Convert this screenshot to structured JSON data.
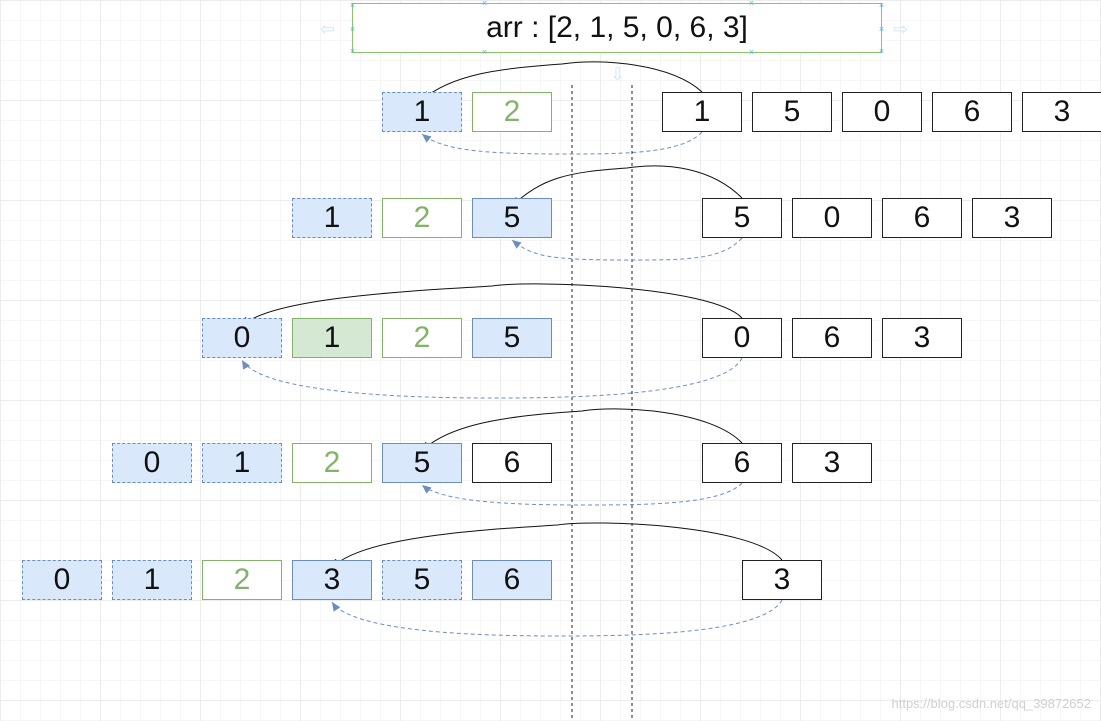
{
  "title": "arr : [2, 1, 5, 0, 6, 3]",
  "watermark": "https://blog.csdn.net/qq_39872652",
  "colors": {
    "blue_fill": "#dae8fc",
    "blue_border": "#6c8ebf",
    "green": "#82b366",
    "green_fill": "#d5e8d4",
    "black": "#222222"
  },
  "icons": [
    "left-arrow-icon",
    "right-arrow-icon",
    "down-arrow-icon"
  ],
  "rows": [
    {
      "sorted": [
        {
          "value": "1",
          "style": "dashed"
        },
        {
          "value": "2",
          "style": "green"
        }
      ],
      "unsorted": [
        "1",
        "5",
        "0",
        "6",
        "3"
      ]
    },
    {
      "sorted": [
        {
          "value": "1",
          "style": "dashed"
        },
        {
          "value": "2",
          "style": "green"
        },
        {
          "value": "5",
          "style": "blue"
        }
      ],
      "unsorted": [
        "5",
        "0",
        "6",
        "3"
      ]
    },
    {
      "sorted": [
        {
          "value": "0",
          "style": "dashed"
        },
        {
          "value": "1",
          "style": "greenfill"
        },
        {
          "value": "2",
          "style": "green"
        },
        {
          "value": "5",
          "style": "blue"
        }
      ],
      "unsorted": [
        "0",
        "6",
        "3"
      ]
    },
    {
      "sorted": [
        {
          "value": "0",
          "style": "dashed"
        },
        {
          "value": "1",
          "style": "dashed"
        },
        {
          "value": "2",
          "style": "green"
        },
        {
          "value": "5",
          "style": "blue"
        },
        {
          "value": "6",
          "style": "plain"
        }
      ],
      "unsorted": [
        "6",
        "3"
      ]
    },
    {
      "sorted": [
        {
          "value": "0",
          "style": "dashed"
        },
        {
          "value": "1",
          "style": "dashed"
        },
        {
          "value": "2",
          "style": "green"
        },
        {
          "value": "3",
          "style": "blue"
        },
        {
          "value": "5",
          "style": "dashed"
        },
        {
          "value": "6",
          "style": "blue"
        }
      ],
      "unsorted": [
        "3"
      ]
    }
  ]
}
